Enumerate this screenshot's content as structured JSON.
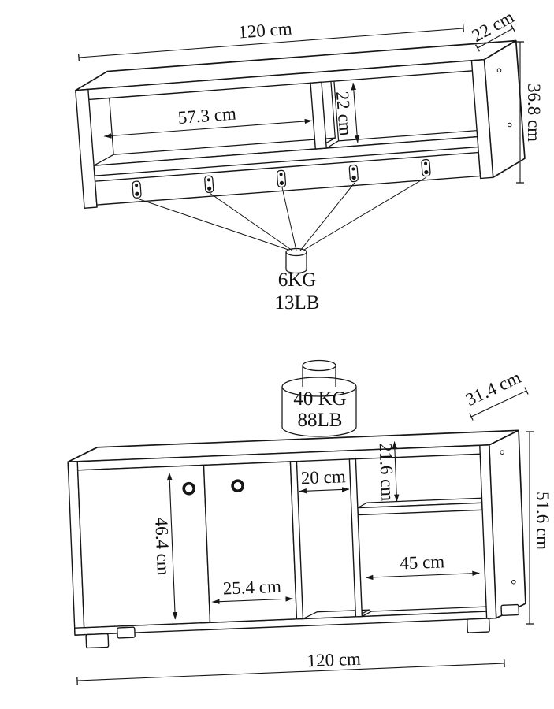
{
  "diagram": {
    "title": "furniture-dimension-diagram",
    "wall_shelf": {
      "width": "120 cm",
      "depth": "22 cm",
      "height": "36.8 cm",
      "shelf_inner_width": "57.3 cm",
      "compartment_height": "22 cm",
      "max_load_kg": "6KG",
      "max_load_lb": "13LB",
      "hook_count": 5
    },
    "cabinet": {
      "width": "120 cm",
      "depth": "31.4 cm",
      "height": "51.6 cm",
      "door_height": "46.4 cm",
      "door_width": "25.4 cm",
      "niche_width": "20 cm",
      "shelf_compartment_height": "21.6 cm",
      "shelf_width": "45 cm",
      "max_load_kg": "40 KG",
      "max_load_lb": "88LB"
    },
    "colors": {
      "line": "#161616",
      "background": "#ffffff"
    }
  }
}
